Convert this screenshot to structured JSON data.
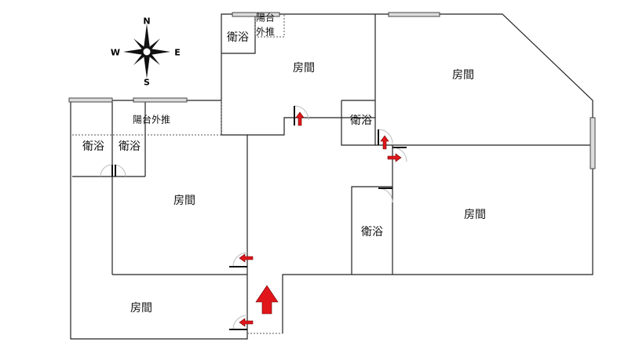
{
  "compass": {
    "n": "N",
    "s": "S",
    "e": "E",
    "w": "W"
  },
  "labels": {
    "room_top": "房間",
    "room_top_right": "房間",
    "room_right": "房間",
    "room_mid_left": "房間",
    "room_bottom_left": "房間",
    "bath_top": "衛浴",
    "bath_mid": "衛浴",
    "bath_lower": "衛浴",
    "bath_left_1": "衛浴",
    "bath_left_2": "衛浴",
    "balcony_left": "陽台外推",
    "balcony_top_1": "陽台",
    "balcony_top_2": "外推"
  },
  "colors": {
    "wall": "#222222",
    "arrow": "#e0161b",
    "window": "#888888"
  }
}
